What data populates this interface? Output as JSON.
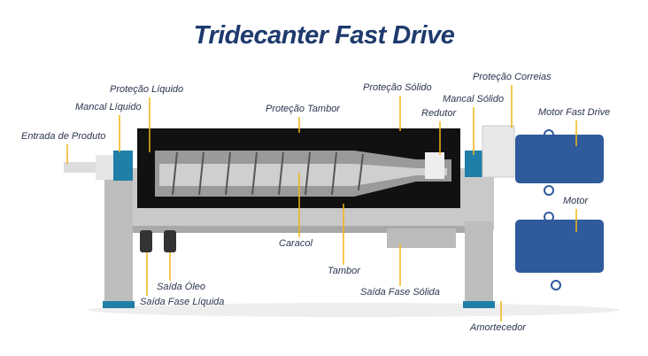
{
  "title": "Tridecanter Fast Drive",
  "labels": {
    "entrada_produto": "Entrada de Produto",
    "mancal_liquido": "Mancal Líquido",
    "protecao_liquido": "Proteção Líquido",
    "protecao_tambor": "Proteção Tambor",
    "protecao_solido": "Proteção Sólido",
    "redutor": "Redutor",
    "mancal_solido": "Mancal Sólido",
    "protecao_correias": "Proteção Correias",
    "motor_fast_drive": "Motor Fast Drive",
    "motor": "Motor",
    "caracol": "Caracol",
    "tambor": "Tambor",
    "saida_oleo": "Saída Óleo",
    "saida_fase_liquida": "Saída Fase Líquida",
    "saida_fase_solida": "Saída Fase Sólida",
    "amortecedor": "Amortecedor"
  },
  "colors": {
    "title": "#1e3a6d",
    "leader": "#f2b418",
    "motor": "#2f5a9c",
    "bearing": "#1f7fa8"
  }
}
